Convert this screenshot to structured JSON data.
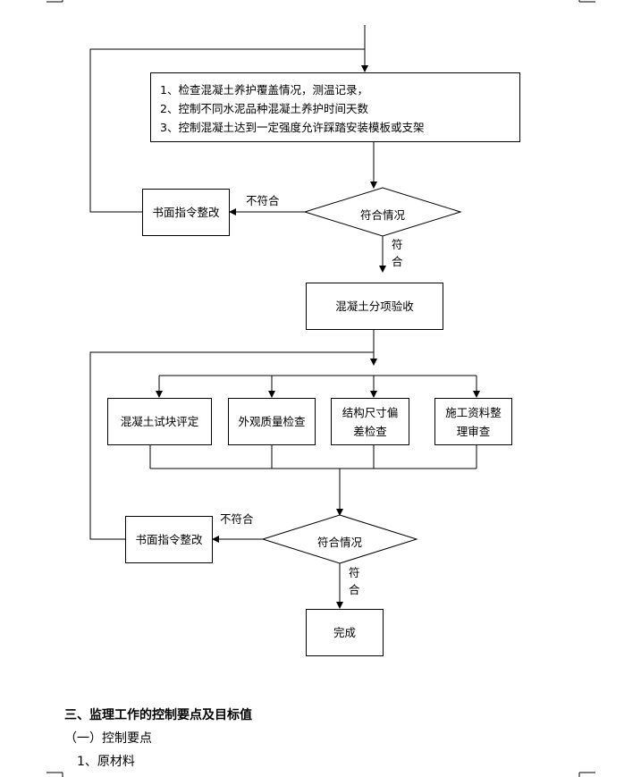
{
  "flowchart": {
    "steps": [
      "1、检查混凝土养护覆盖情况，测温记录，",
      "2、控制不同水泥品种混凝土养护时间天数",
      "3、控制混凝土达到一定强度允许踩踏安装模板或支架"
    ],
    "rectify_1": "书面指令整改",
    "noncompliant_1": "不符合",
    "decision_1": "符合情况",
    "compliant_1_line1": "符",
    "compliant_1_line2": "合",
    "acceptance": "混凝土分项验收",
    "checks": [
      {
        "line1": "混凝土试块评定",
        "line2": ""
      },
      {
        "line1": "外观质量检查",
        "line2": ""
      },
      {
        "line1": "结构尺寸偏",
        "line2": "差检查"
      },
      {
        "line1": "施工资料整",
        "line2": "理审查"
      }
    ],
    "rectify_2": "书面指令整改",
    "noncompliant_2": "不符合",
    "decision_2": "符合情况",
    "compliant_2_line1": "符",
    "compliant_2_line2": "合",
    "done": "完成"
  },
  "section": {
    "heading": "三、监理工作的控制要点及目标值",
    "subheading": "（一）控制要点",
    "item": "1、原材料"
  }
}
